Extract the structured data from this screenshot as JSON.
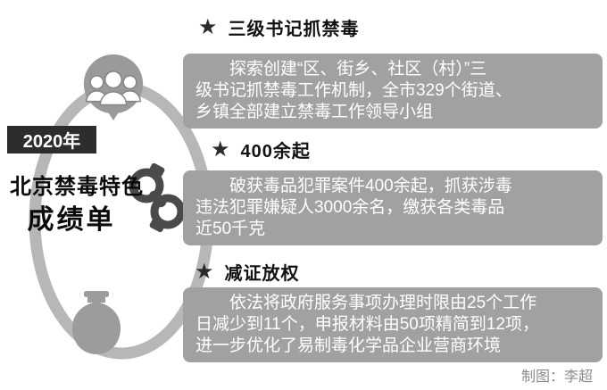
{
  "badge": {
    "year": "2020年"
  },
  "title": {
    "line1": "北京禁毒特色",
    "line2": "成绩单"
  },
  "icons": {
    "star": "★",
    "left_icons": [
      "people-group-icon",
      "handcuffs-icon",
      "jar-icon"
    ]
  },
  "sections": [
    {
      "heading": "三级书记抓禁毒",
      "lines": [
        "探索创建“区、街乡、社区（村）”三",
        "级书记抓禁毒工作机制，全市329个街道、",
        "乡镇全部建立禁毒工作领导小组"
      ]
    },
    {
      "heading": "400余起",
      "lines": [
        "破获毒品犯罪案件400余起，抓获涉毒",
        "违法犯罪嫌疑人3000余名，缴获各类毒品",
        "近50千克"
      ]
    },
    {
      "heading": "减证放权",
      "lines": [
        "依法将政府服务事项办理时限由25个工作",
        "日减少到11个，申报材料由50项精简到12项，",
        "进一步优化了易制毒化学品企业营商环境"
      ]
    }
  ],
  "credit": "制图：李超",
  "colors": {
    "box_bg": "#a1a1a1",
    "badge_bg": "#2d2d2d",
    "ring": "#b7b7b7",
    "box_text": "#ffffff",
    "heading_text": "#111111",
    "star": "#2b2b2b",
    "credit_text": "#8c8c8c"
  }
}
